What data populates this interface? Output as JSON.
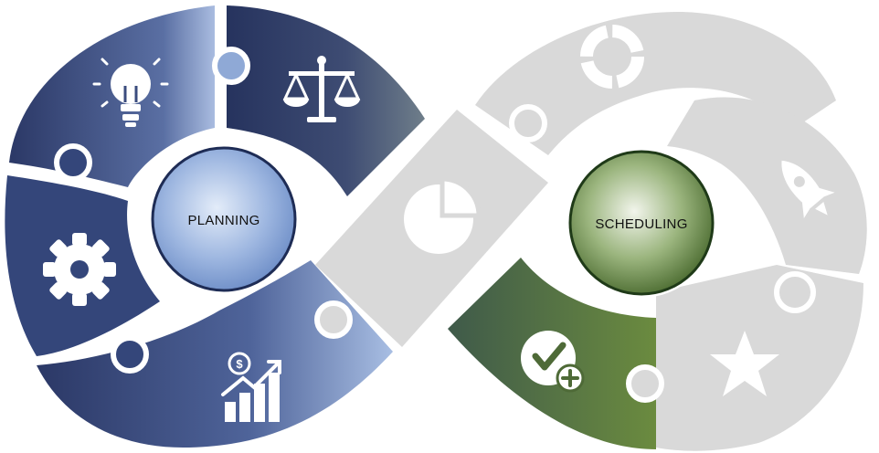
{
  "hubs": {
    "left": {
      "label": "PLANNING",
      "color": "#8FAADC"
    },
    "right": {
      "label": "SCHEDULING",
      "color": "#6E8E48"
    }
  },
  "segments": [
    {
      "id": "idea",
      "icon": "lightbulb-icon",
      "color": "#2F3E6B"
    },
    {
      "id": "balance",
      "icon": "scales-icon",
      "color": "#2A3A63"
    },
    {
      "id": "settings",
      "icon": "gear-icon",
      "color": "#34467A"
    },
    {
      "id": "growth",
      "icon": "growth-chart-icon",
      "color": "#3C5189"
    },
    {
      "id": "analytics",
      "icon": "pie-chart-icon",
      "color": "#D9D9D9"
    },
    {
      "id": "progress",
      "icon": "donut-icon",
      "color": "#D9D9D9"
    },
    {
      "id": "launch",
      "icon": "rocket-icon",
      "color": "#D9D9D9"
    },
    {
      "id": "approve",
      "icon": "check-plus-icon",
      "color": "#4E6A37"
    },
    {
      "id": "favorite",
      "icon": "star-icon",
      "color": "#D9D9D9"
    }
  ]
}
